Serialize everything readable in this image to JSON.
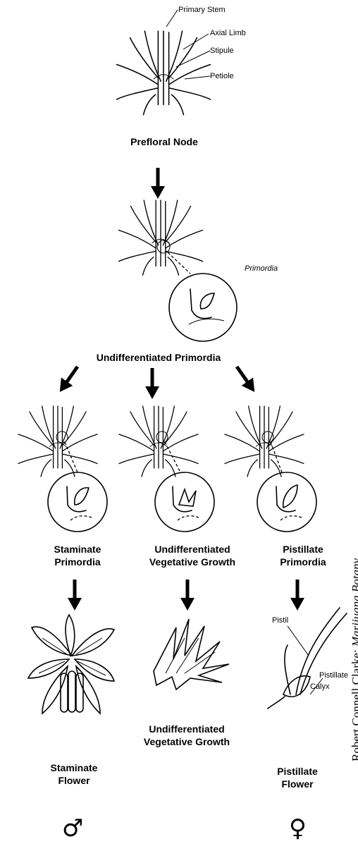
{
  "top_labels": {
    "primary_stem": "Primary Stem",
    "axial_limb": "Axial Limb",
    "stipule": "Stipule",
    "petiole": "Petiole"
  },
  "prefloral_node": "Prefloral Node",
  "primordia_label": "Primordia",
  "undifferentiated_primordia": "Undifferentiated Primordia",
  "columns": {
    "left": {
      "stage1_line1": "Staminate",
      "stage1_line2": "Primordia",
      "stage2_line1": "Staminate",
      "stage2_line2": "Flower",
      "symbol": "♂"
    },
    "middle": {
      "stage1_line1": "Undifferentiated",
      "stage1_line2": "Vegetative Growth",
      "stage2_line1": "Undifferentiated",
      "stage2_line2": "Vegetative Growth"
    },
    "right": {
      "stage1_line1": "Pistillate",
      "stage1_line2": "Primordia",
      "stage2_line1": "Pistillate",
      "stage2_line2": "Flower",
      "symbol": "♀"
    }
  },
  "pistil_labels": {
    "pistil": "Pistil",
    "pistillate": "Pistillate",
    "calyx": "Calyx"
  },
  "credit": {
    "author": "Robert Connell Clarke: ",
    "book": "Marijuana Botany"
  }
}
